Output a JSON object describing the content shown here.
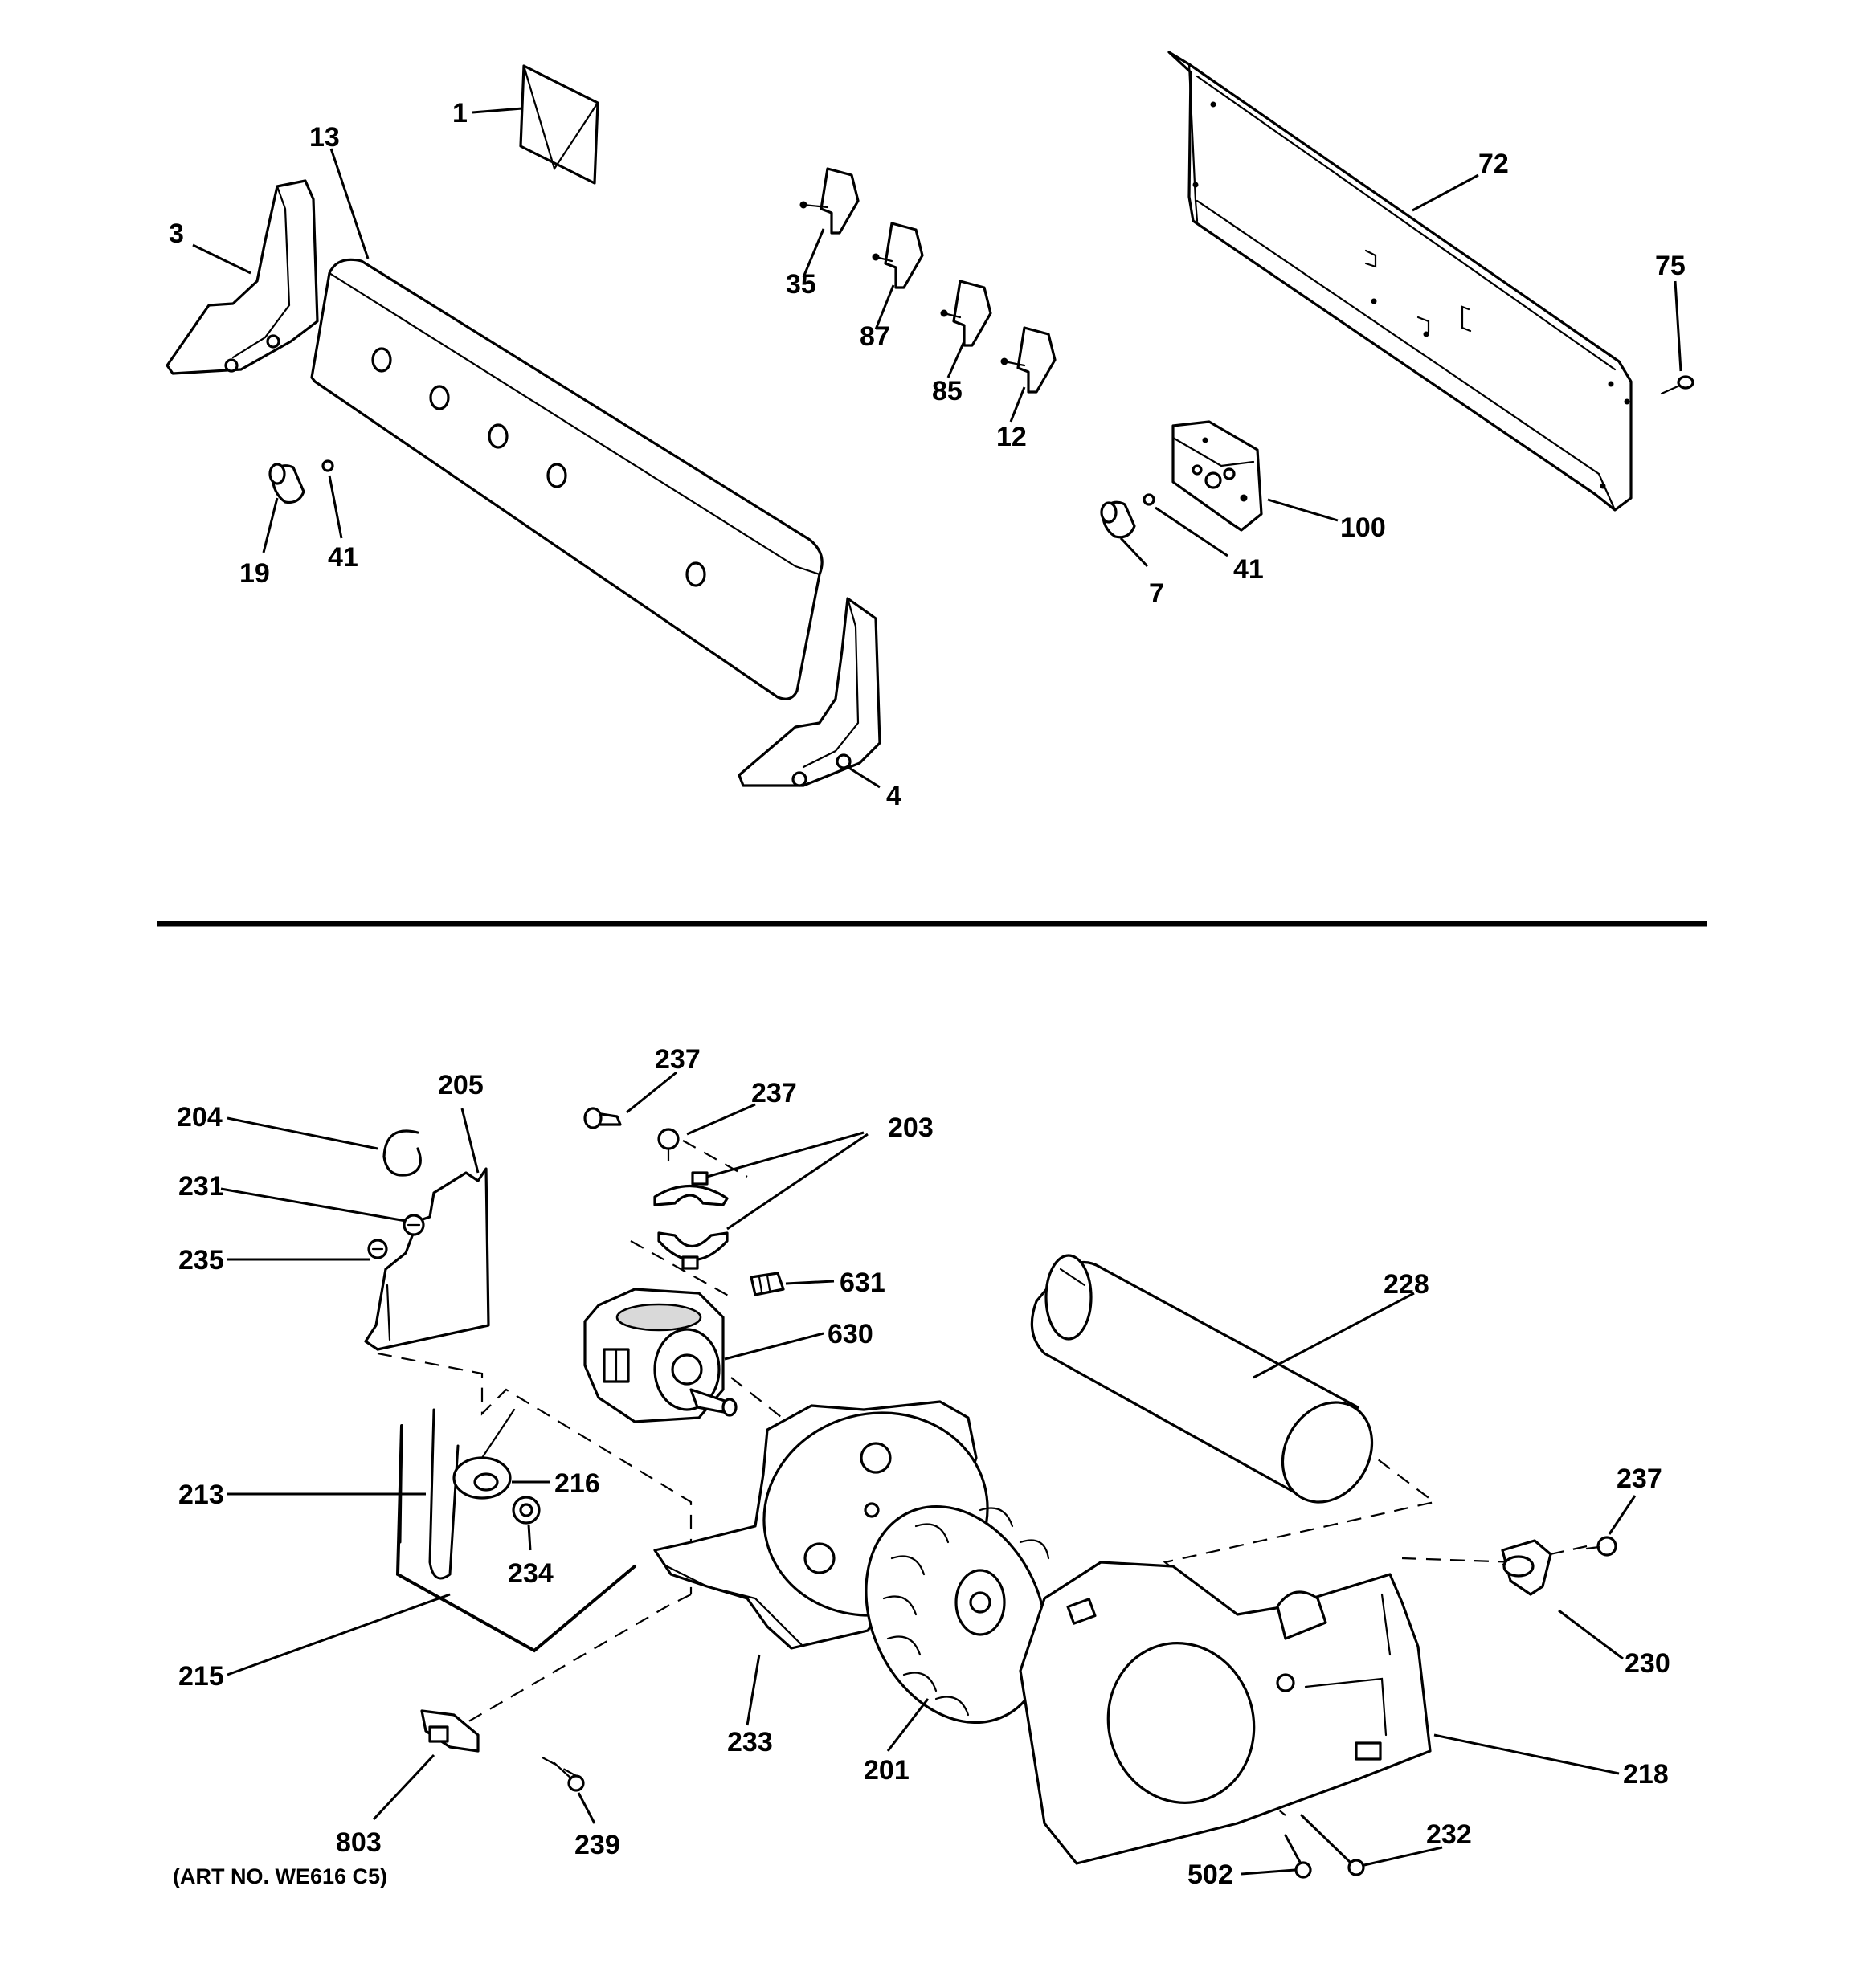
{
  "diagram": {
    "callouts": {
      "c1": "1",
      "c13": "13",
      "c3": "3",
      "c35": "35",
      "c87": "87",
      "c85": "85",
      "c12": "12",
      "c72": "72",
      "c75": "75",
      "c100": "100",
      "c41a": "41",
      "c41b": "41",
      "c19": "19",
      "c7": "7",
      "c4": "4",
      "c237a": "237",
      "c237b": "237",
      "c237c": "237",
      "c203": "203",
      "c205": "205",
      "c204": "204",
      "c231": "231",
      "c235": "235",
      "c631": "631",
      "c630": "630",
      "c228": "228",
      "c213": "213",
      "c216": "216",
      "c234": "234",
      "c215": "215",
      "c233": "233",
      "c201": "201",
      "c230": "230",
      "c218": "218",
      "c803": "803",
      "c239": "239",
      "c232": "232",
      "c502": "502"
    },
    "art_number": "(ART NO. WE616 C5)"
  }
}
